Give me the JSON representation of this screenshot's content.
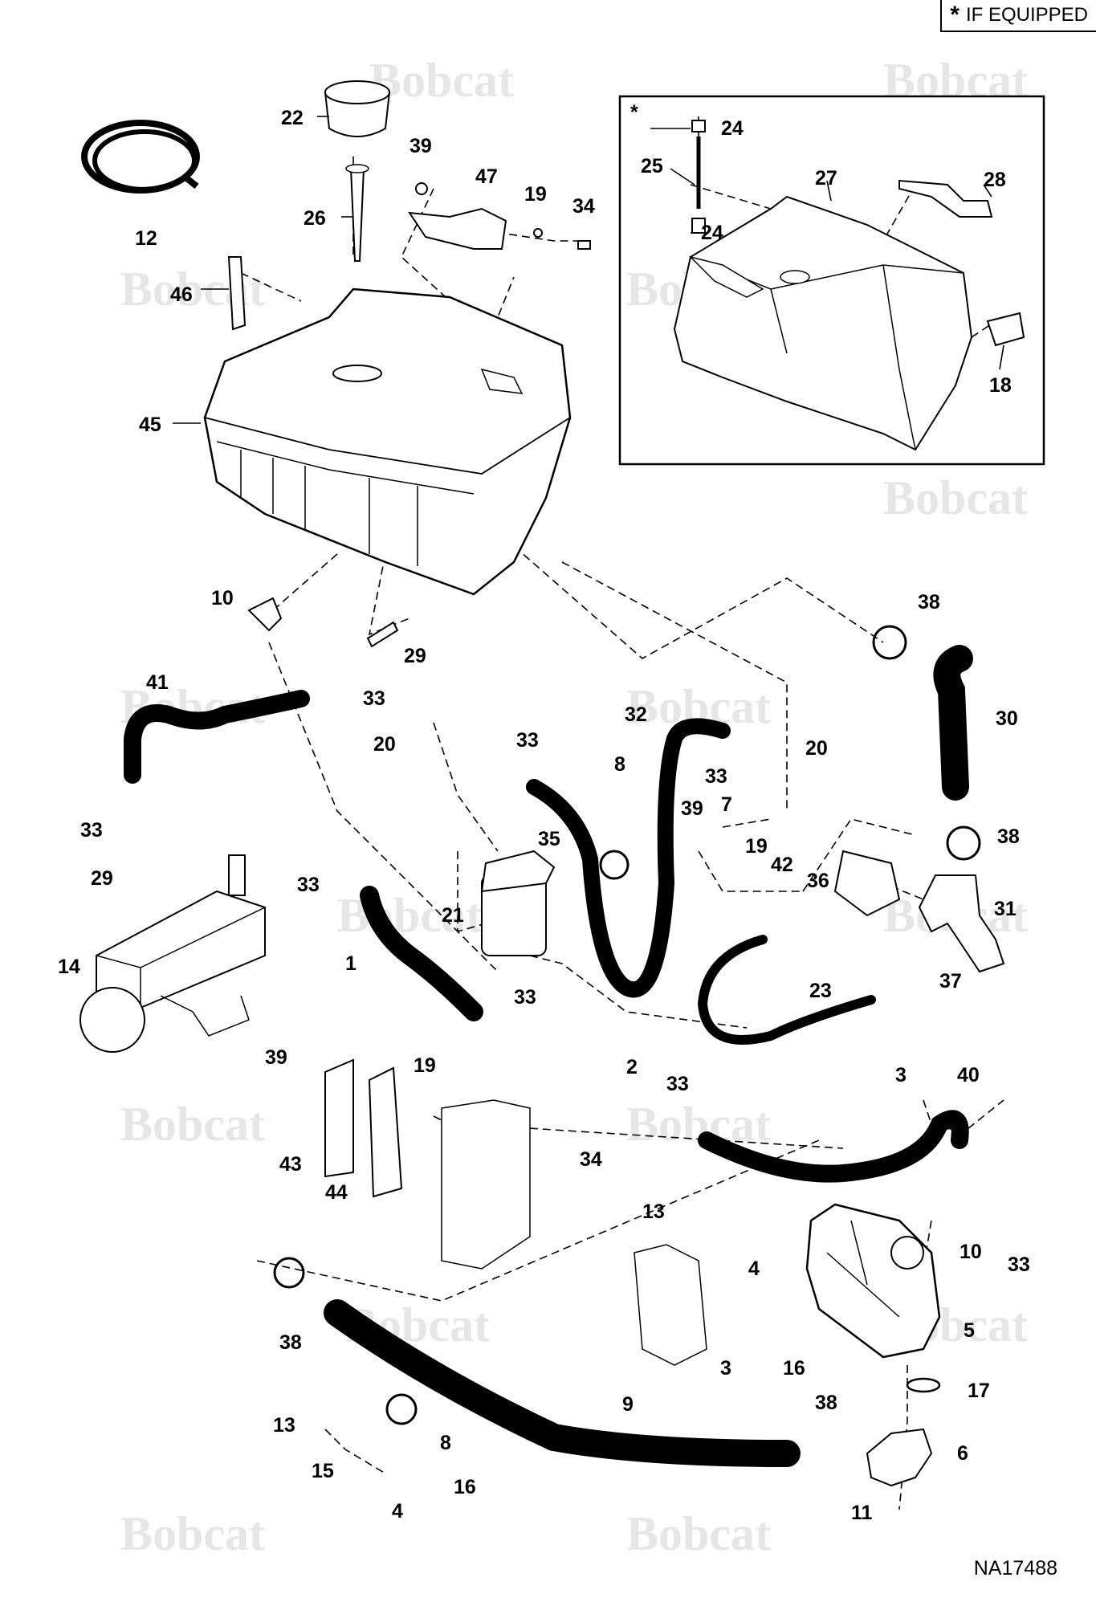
{
  "legend": {
    "symbol": "*",
    "label": "IF EQUIPPED"
  },
  "drawing_number": "NA17488",
  "watermark": "Bobcat",
  "inset": {
    "symbol": "*"
  },
  "callouts": {
    "c1": "1",
    "c2": "2",
    "c3a": "3",
    "c3b": "3",
    "c4a": "4",
    "c4b": "4",
    "c5": "5",
    "c6": "6",
    "c7": "7",
    "c8a": "8",
    "c8b": "8",
    "c9": "9",
    "c10a": "10",
    "c10b": "10",
    "c11": "11",
    "c12": "12",
    "c13a": "13",
    "c13b": "13",
    "c14": "14",
    "c15": "15",
    "c16a": "16",
    "c16b": "16",
    "c17": "17",
    "c18": "18",
    "c19a": "19",
    "c19b": "19",
    "c19c": "19",
    "c20a": "20",
    "c20b": "20",
    "c21": "21",
    "c22": "22",
    "c23": "23",
    "c24a": "24",
    "c24b": "24",
    "c25": "25",
    "c26": "26",
    "c27": "27",
    "c28": "28",
    "c29a": "29",
    "c29b": "29",
    "c30": "30",
    "c31": "31",
    "c32": "32",
    "c33a": "33",
    "c33b": "33",
    "c33c": "33",
    "c33d": "33",
    "c33e": "33",
    "c33f": "33",
    "c33g": "33",
    "c33h": "33",
    "c34a": "34",
    "c34b": "34",
    "c35": "35",
    "c36": "36",
    "c37": "37",
    "c38a": "38",
    "c38b": "38",
    "c38c": "38",
    "c38d": "38",
    "c39a": "39",
    "c39b": "39",
    "c39c": "39",
    "c40": "40",
    "c41": "41",
    "c42": "42",
    "c43": "43",
    "c44": "44",
    "c45": "45",
    "c46": "46",
    "c47": "47"
  }
}
